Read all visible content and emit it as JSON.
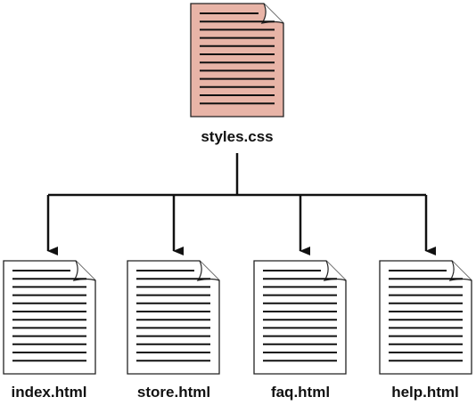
{
  "diagram": {
    "source": {
      "label": "styles.css",
      "icon": "document-icon",
      "color": "#e8b4a7"
    },
    "targets": [
      {
        "label": "index.html",
        "icon": "document-icon",
        "color": "#ffffff"
      },
      {
        "label": "store.html",
        "icon": "document-icon",
        "color": "#ffffff"
      },
      {
        "label": "faq.html",
        "icon": "document-icon",
        "color": "#ffffff"
      },
      {
        "label": "help.html",
        "icon": "document-icon",
        "color": "#ffffff"
      }
    ],
    "line_color": "#111111"
  }
}
